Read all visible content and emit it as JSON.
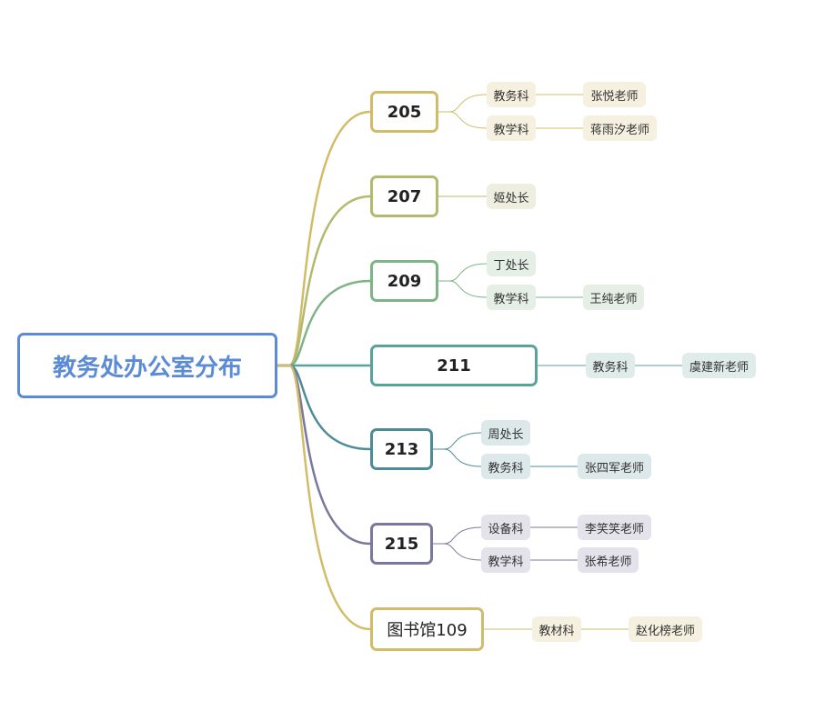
{
  "root": {
    "label": "教务处办公室分布",
    "color": "#5b8ad6"
  },
  "branches": [
    {
      "label": "205",
      "color": "#d2bc6a",
      "leafBg": "#f5f0df",
      "children": [
        {
          "label": "教务科",
          "child": "张悦老师"
        },
        {
          "label": "教学科",
          "child": "蒋雨汐老师"
        }
      ]
    },
    {
      "label": "207",
      "color": "#b3b96d",
      "leafBg": "#efefe1",
      "children": [
        {
          "label": "姬处长"
        }
      ]
    },
    {
      "label": "209",
      "color": "#7eb486",
      "leafBg": "#e5efe5",
      "children": [
        {
          "label": "丁处长"
        },
        {
          "label": "教学科",
          "child": "王纯老师"
        }
      ]
    },
    {
      "label": "211",
      "color": "#5aa39c",
      "leafBg": "#dfece9",
      "children": [
        {
          "label": "教务科",
          "child": "虞建新老师"
        }
      ]
    },
    {
      "label": "213",
      "color": "#4f8c98",
      "leafBg": "#dde8ea",
      "children": [
        {
          "label": "周处长"
        },
        {
          "label": "教务科",
          "child": "张四军老师"
        }
      ]
    },
    {
      "label": "215",
      "color": "#7a789c",
      "leafBg": "#e4e3eb",
      "children": [
        {
          "label": "设备科",
          "child": "李笑笑老师"
        },
        {
          "label": "教学科",
          "child": "张希老师"
        }
      ]
    },
    {
      "label": "图书馆109",
      "color": "#d2bc6a",
      "leafBg": "#f5f0df",
      "children": [
        {
          "label": "教材科",
          "child": "赵化榜老师"
        }
      ]
    }
  ]
}
